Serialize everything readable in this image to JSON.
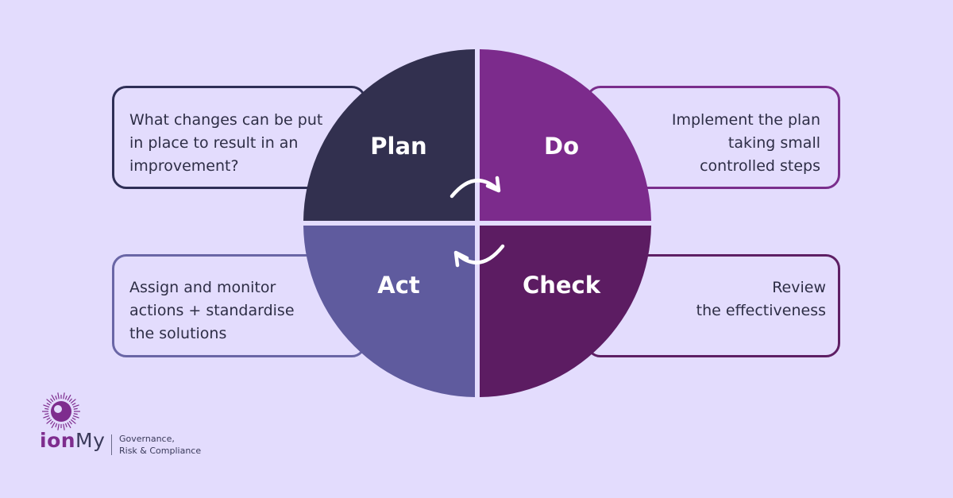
{
  "quadrants": {
    "plan": {
      "label": "Plan",
      "description": "What changes can be put\nin place to result in an\nimprovement?",
      "color": "#32304f"
    },
    "do": {
      "label": "Do",
      "description": "Implement the plan\ntaking small\ncontrolled steps",
      "color": "#7c2b8c"
    },
    "act": {
      "label": "Act",
      "description": "Assign and monitor\nactions  +  standardise\nthe solutions",
      "color": "#5f5b9e"
    },
    "check": {
      "label": "Check",
      "description": "Review\nthe  effectiveness",
      "color": "#5c1c62"
    }
  },
  "cycle_icon": "cycle-arrows-icon",
  "brand": {
    "name_bold": "ion",
    "name_regular": "My",
    "tagline_line1": "Governance,",
    "tagline_line2": "Risk & Compliance",
    "accent": "#7e2d8e",
    "logo_icon": "eye-sunburst-icon"
  }
}
